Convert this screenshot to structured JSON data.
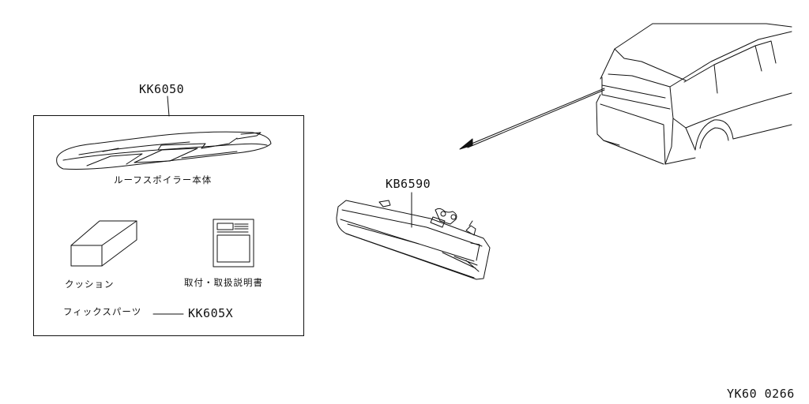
{
  "kit": {
    "code": "KK6050",
    "parts": {
      "spoiler_label": "ルーフスポイラー本体",
      "cushion_label": "クッション",
      "manual_label": "取付・取扱説明書",
      "fix_parts_label": "フィックスパーツ",
      "fix_parts_code": "KK605X"
    }
  },
  "lamp": {
    "code": "KB6590"
  },
  "diagram_id": "YK60 0266",
  "colors": {
    "line": "#111111",
    "background": "#ffffff"
  }
}
